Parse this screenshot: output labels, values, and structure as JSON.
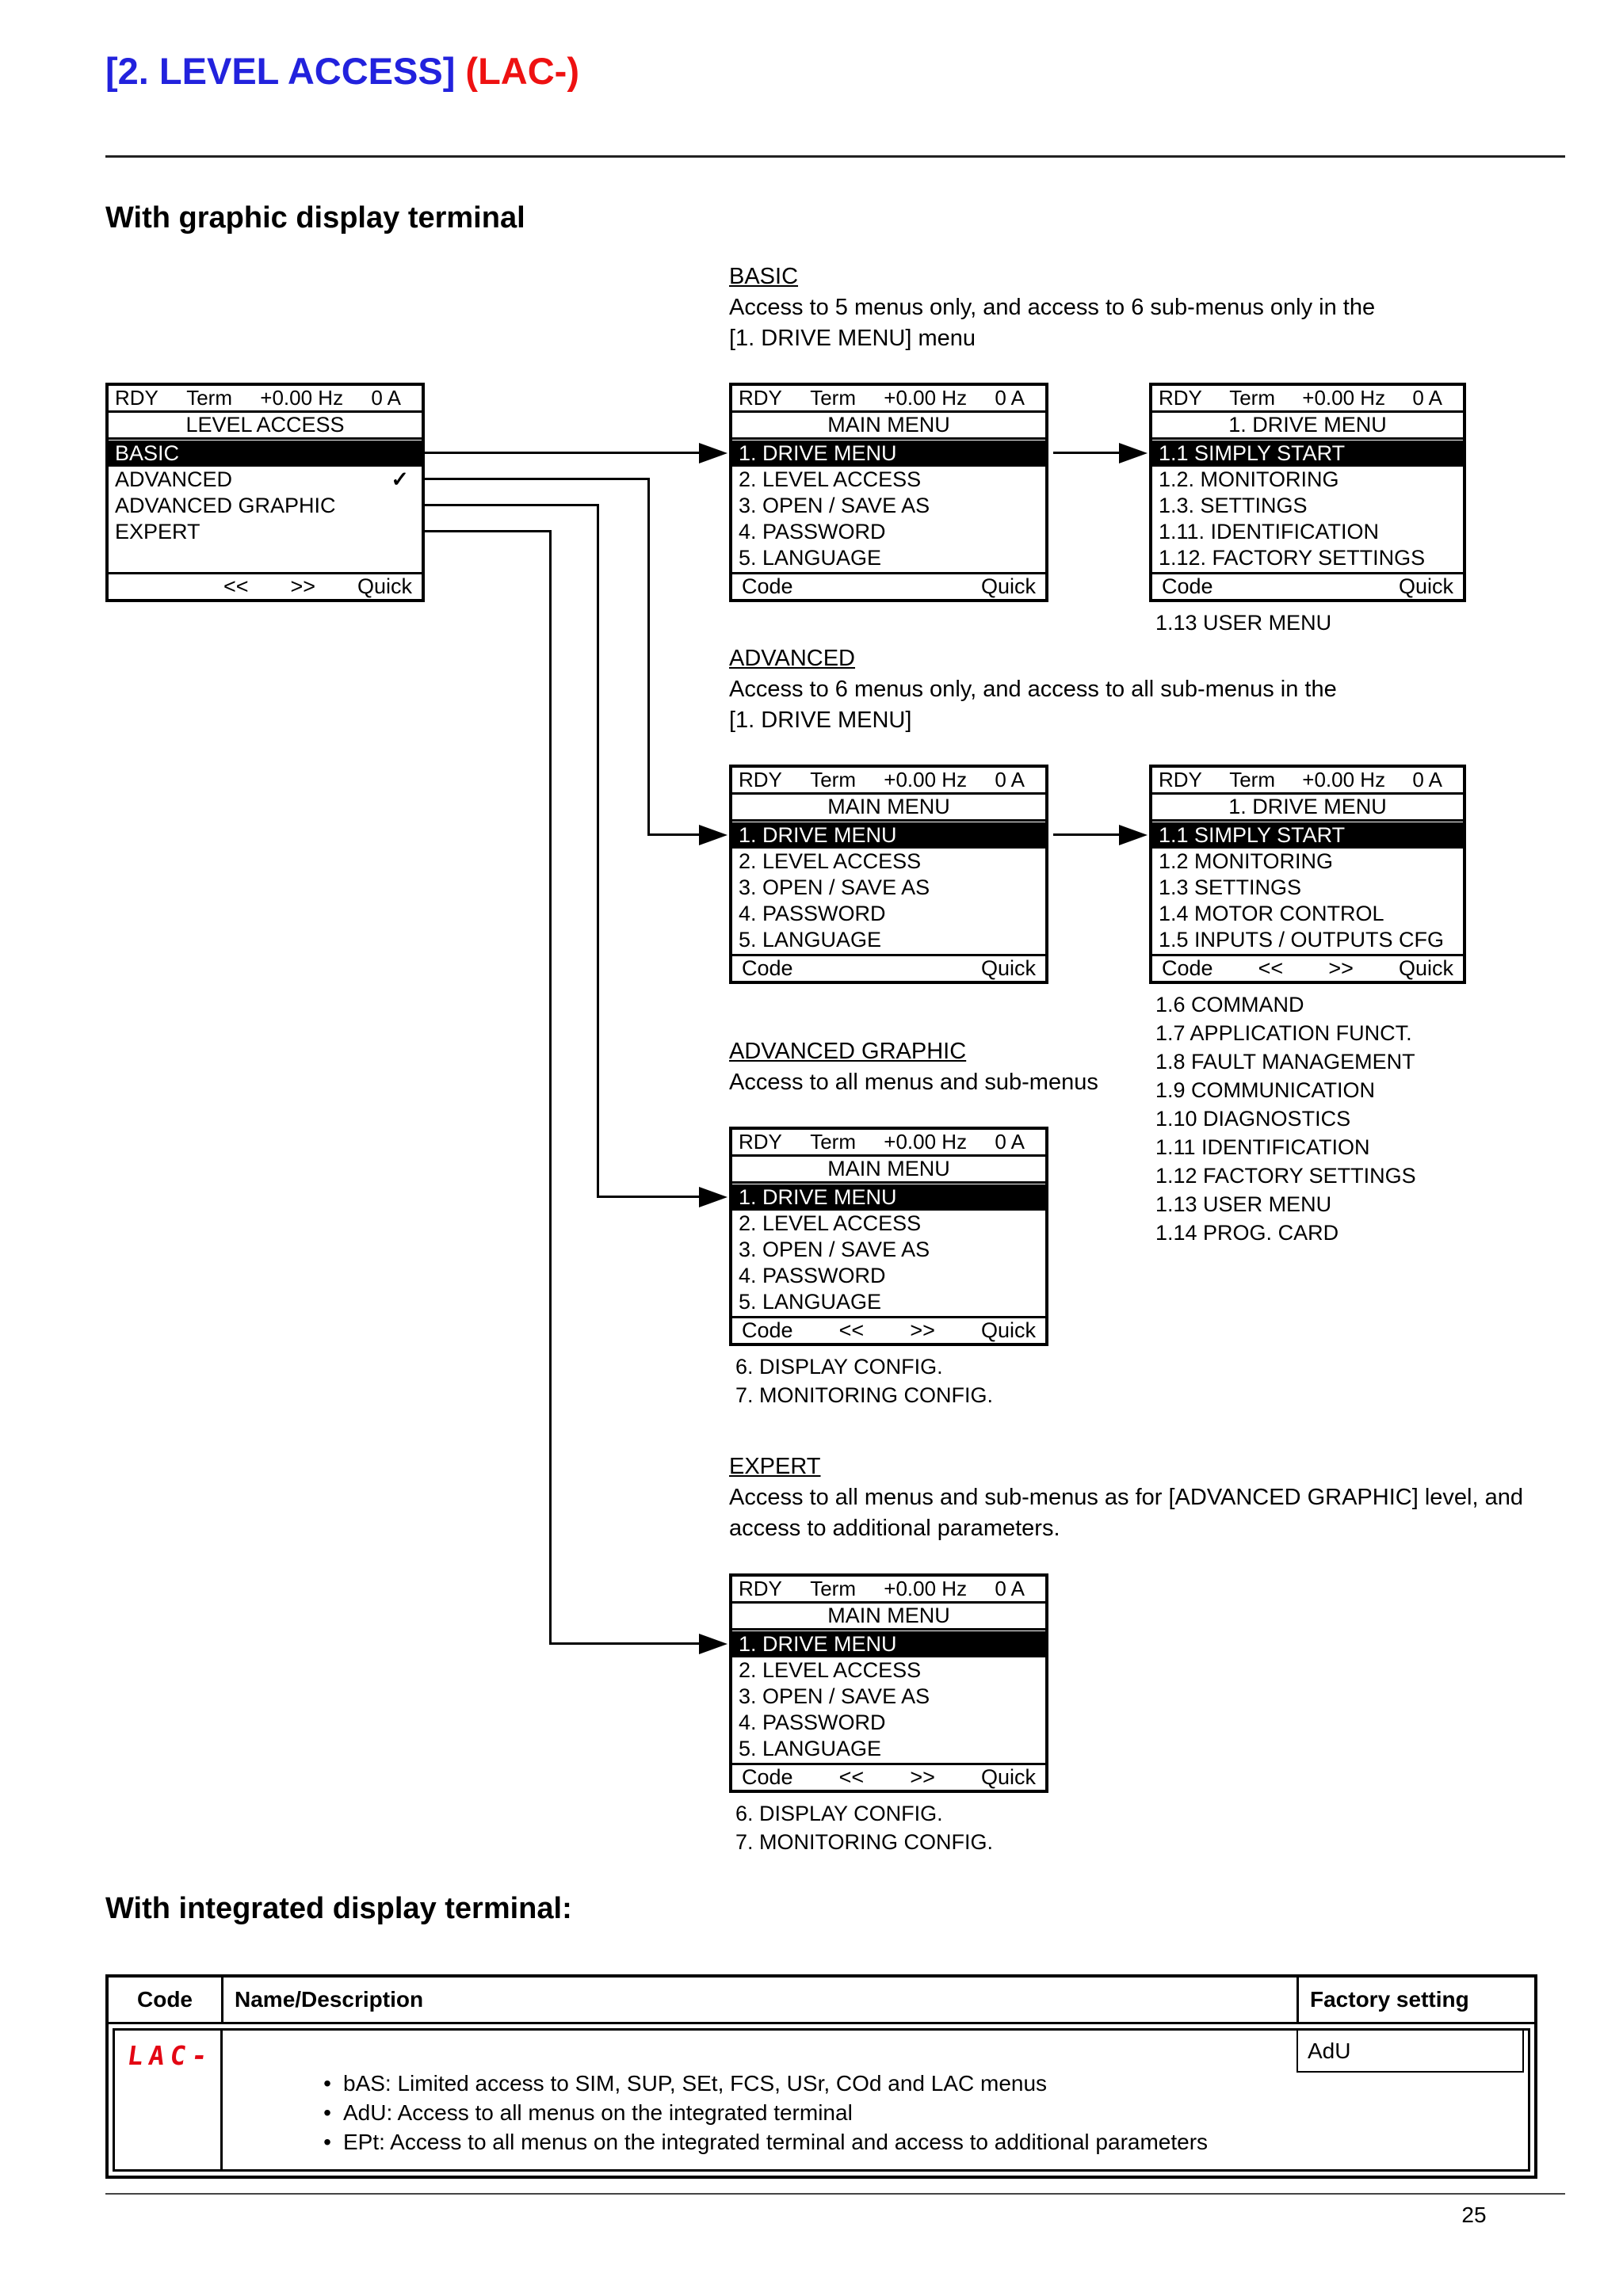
{
  "page": {
    "title_blue": "[2. LEVEL ACCESS]",
    "title_red": "(LAC-)",
    "section1": "With graphic display terminal",
    "section2": "With integrated display terminal:",
    "page_number": "25"
  },
  "colors": {
    "title_blue": "#2222dd",
    "title_red": "#ee1111",
    "seven_seg_red": "#e30613"
  },
  "levels": {
    "basic": {
      "heading": "BASIC",
      "desc1": "Access to 5 menus only, and access to 6 sub-menus only in the",
      "desc2": "[1. DRIVE MENU] menu"
    },
    "advanced": {
      "heading": "ADVANCED",
      "desc1": "Access to 6 menus only, and access to all sub-menus in the",
      "desc2": "[1. DRIVE MENU]"
    },
    "advanced_graphic": {
      "heading": "ADVANCED GRAPHIC",
      "desc1": "Access to all menus and sub-menus"
    },
    "expert": {
      "heading": "EXPERT",
      "desc1": "Access to all menus and sub-menus as for [ADVANCED GRAPHIC] level, and",
      "desc2": "access to additional parameters."
    }
  },
  "screens": {
    "level_access": {
      "status": [
        "RDY",
        "Term",
        "+0.00 Hz",
        "0 A"
      ],
      "title": "LEVEL ACCESS",
      "items": [
        {
          "label": "BASIC",
          "selected": true
        },
        {
          "label": "ADVANCED",
          "check": "✓"
        },
        {
          "label": "ADVANCED GRAPHIC"
        },
        {
          "label": "EXPERT"
        }
      ],
      "softkeys": [
        "",
        "<<",
        ">>",
        "Quick"
      ]
    },
    "main_menu_basic": {
      "status": [
        "RDY",
        "Term",
        "+0.00 Hz",
        "0 A"
      ],
      "title": "MAIN MENU",
      "items": [
        {
          "label": "1. DRIVE MENU",
          "selected": true
        },
        {
          "label": "2. LEVEL ACCESS"
        },
        {
          "label": "3. OPEN / SAVE AS"
        },
        {
          "label": "4. PASSWORD"
        },
        {
          "label": "5. LANGUAGE"
        }
      ],
      "softkeys": [
        "Code",
        "Quick"
      ]
    },
    "drive_menu_basic": {
      "status": [
        "RDY",
        "Term",
        "+0.00 Hz",
        "0 A"
      ],
      "title": "1. DRIVE MENU",
      "items": [
        {
          "label": "1.1 SIMPLY START",
          "selected": true
        },
        {
          "label": "1.2. MONITORING"
        },
        {
          "label": "1.3. SETTINGS"
        },
        {
          "label": "1.11. IDENTIFICATION"
        },
        {
          "label": "1.12. FACTORY SETTINGS"
        }
      ],
      "softkeys": [
        "Code",
        "Quick"
      ],
      "below": [
        "1.13 USER MENU"
      ]
    },
    "main_menu_advanced": {
      "status": [
        "RDY",
        "Term",
        "+0.00 Hz",
        "0 A"
      ],
      "title": "MAIN MENU",
      "items": [
        {
          "label": "1. DRIVE MENU",
          "selected": true
        },
        {
          "label": "2. LEVEL ACCESS"
        },
        {
          "label": "3. OPEN / SAVE AS"
        },
        {
          "label": "4. PASSWORD"
        },
        {
          "label": "5. LANGUAGE"
        }
      ],
      "softkeys": [
        "Code",
        "Quick"
      ]
    },
    "drive_menu_advanced": {
      "status": [
        "RDY",
        "Term",
        "+0.00 Hz",
        "0 A"
      ],
      "title": "1. DRIVE MENU",
      "items": [
        {
          "label": "1.1 SIMPLY START",
          "selected": true
        },
        {
          "label": "1.2 MONITORING"
        },
        {
          "label": "1.3 SETTINGS"
        },
        {
          "label": "1.4 MOTOR CONTROL"
        },
        {
          "label": "1.5 INPUTS / OUTPUTS CFG"
        }
      ],
      "softkeys": [
        "Code",
        "<<",
        ">>",
        "Quick"
      ],
      "below": [
        "1.6 COMMAND",
        "1.7 APPLICATION FUNCT.",
        "1.8 FAULT MANAGEMENT",
        "1.9 COMMUNICATION",
        "1.10 DIAGNOSTICS",
        "1.11 IDENTIFICATION",
        "1.12 FACTORY SETTINGS",
        "1.13 USER MENU",
        "1.14 PROG. CARD"
      ]
    },
    "main_menu_adv_graphic": {
      "status": [
        "RDY",
        "Term",
        "+0.00 Hz",
        "0 A"
      ],
      "title": "MAIN MENU",
      "items": [
        {
          "label": "1. DRIVE MENU",
          "selected": true
        },
        {
          "label": "2. LEVEL ACCESS"
        },
        {
          "label": "3. OPEN / SAVE AS"
        },
        {
          "label": "4. PASSWORD"
        },
        {
          "label": "5. LANGUAGE"
        }
      ],
      "softkeys": [
        "Code",
        "<<",
        ">>",
        "Quick"
      ],
      "below": [
        "6. DISPLAY CONFIG.",
        "7. MONITORING CONFIG."
      ]
    },
    "main_menu_expert": {
      "status": [
        "RDY",
        "Term",
        "+0.00 Hz",
        "0 A"
      ],
      "title": "MAIN MENU",
      "items": [
        {
          "label": "1. DRIVE MENU",
          "selected": true
        },
        {
          "label": "2. LEVEL ACCESS"
        },
        {
          "label": "3. OPEN / SAVE AS"
        },
        {
          "label": "4. PASSWORD"
        },
        {
          "label": "5. LANGUAGE"
        }
      ],
      "softkeys": [
        "Code",
        "<<",
        ">>",
        "Quick"
      ],
      "below": [
        "6. DISPLAY CONFIG.",
        "7. MONITORING CONFIG."
      ]
    }
  },
  "table": {
    "headers": {
      "code": "Code",
      "name": "Name/Description",
      "factory": "Factory setting"
    },
    "code_value": "LAC-",
    "factory_value": "AdU",
    "bullets": [
      "bAS: Limited access to SIM, SUP, SEt, FCS, USr, COd and LAC menus",
      "AdU: Access to all menus on the integrated terminal",
      "EPt: Access to all menus on the integrated terminal and access to additional parameters"
    ]
  }
}
